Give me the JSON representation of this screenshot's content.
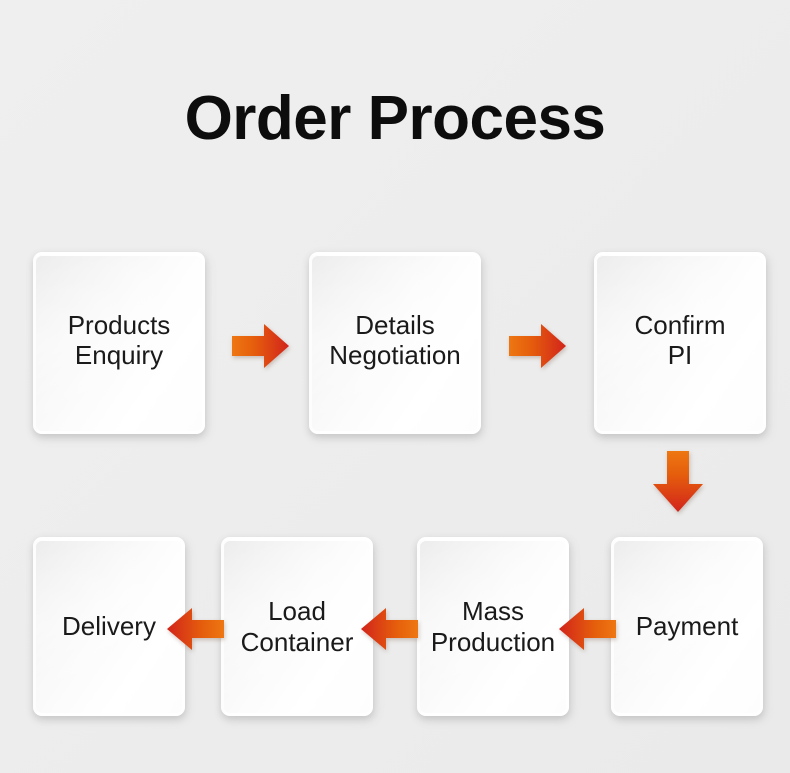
{
  "page": {
    "title": "Order Process",
    "background_color": "#eeeeee"
  },
  "colors": {
    "arrow_orange": "#E8620D",
    "arrow_red": "#D3251C",
    "box_face": "#fbfbfb",
    "text": "#1a1a1a",
    "title_text": "#0d0d0d"
  },
  "flow": {
    "row1": [
      {
        "id": "products-enquiry",
        "label": "Products\nEnquiry"
      },
      {
        "id": "details-negotiation",
        "label": "Details\nNegotiation"
      },
      {
        "id": "confirm-pi",
        "label": "Confirm\nPI"
      }
    ],
    "row2": [
      {
        "id": "delivery",
        "label": "Delivery"
      },
      {
        "id": "load-container",
        "label": "Load\nContainer"
      },
      {
        "id": "mass-production",
        "label": "Mass\nProduction"
      },
      {
        "id": "payment",
        "label": "Payment"
      }
    ],
    "connectors": [
      {
        "id": "arrow-enquiry-to-negotiation",
        "direction": "right"
      },
      {
        "id": "arrow-negotiation-to-confirm",
        "direction": "right"
      },
      {
        "id": "arrow-confirm-to-payment",
        "direction": "down"
      },
      {
        "id": "arrow-payment-to-production",
        "direction": "left"
      },
      {
        "id": "arrow-production-to-container",
        "direction": "left"
      },
      {
        "id": "arrow-container-to-delivery",
        "direction": "left"
      }
    ]
  }
}
